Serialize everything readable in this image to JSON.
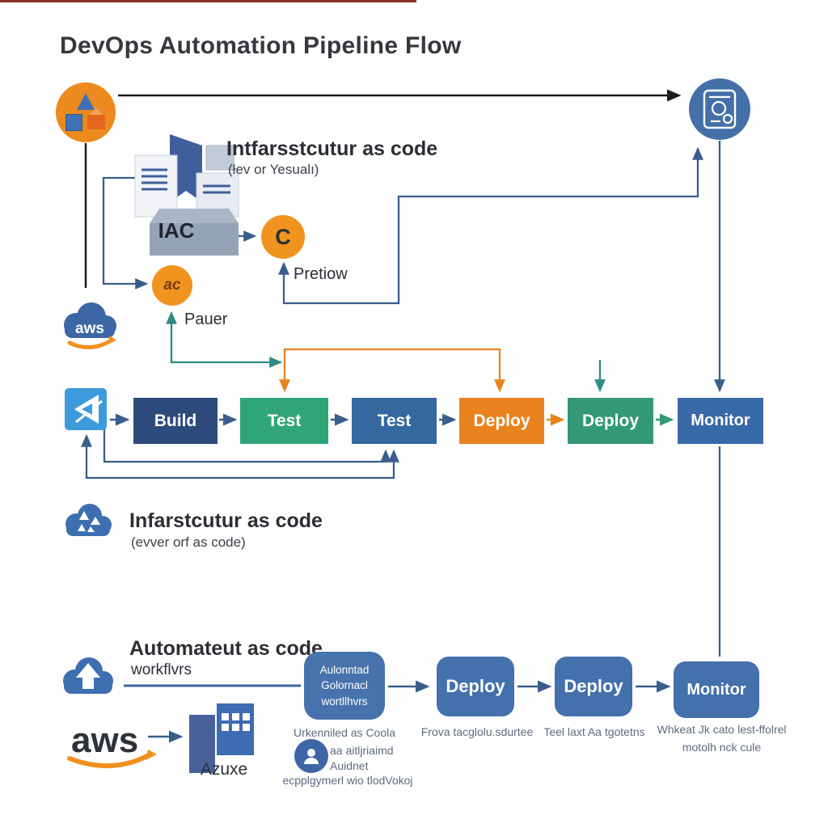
{
  "title": "DevOps Automation Pipeline Flow",
  "top_flow": {
    "heading": "Intfarsstcutur as code",
    "subheading": "(łev or Yesualı)",
    "iac_label": "IAC",
    "ci_circle_label": "C",
    "small_circle_label": "ac",
    "preview_label": "Pretiow",
    "power_label": "Pauer",
    "aws_cloud_label": "aws"
  },
  "pipeline": {
    "stages": [
      {
        "label": "Build",
        "color": "#2D4B7A"
      },
      {
        "label": "Test",
        "color": "#2FA578"
      },
      {
        "label": "Test",
        "color": "#34689E"
      },
      {
        "label": "Deploy",
        "color": "#E8831D"
      },
      {
        "label": "Deploy",
        "color": "#339878"
      },
      {
        "label": "Monitor",
        "color": "#3A69A8"
      }
    ]
  },
  "mid_section": {
    "heading": "Infarstcutur as code",
    "subheading": "(evver orf as code)"
  },
  "bottom_flow": {
    "heading": "Automateut as code",
    "subheading": "workflvrs",
    "source_box_lines": [
      "Aulonntad",
      "Golornacl",
      "wortllhvrs"
    ],
    "source_caption": "Urkenniled as Coola",
    "source_notes": [
      "aa aitljriaimd",
      "Auidnet",
      "ecpplgymerl wio tlodVokoj"
    ],
    "stages": [
      {
        "label": "Deploy",
        "caption": "Frova tacglolu.sdurtee"
      },
      {
        "label": "Deploy",
        "caption": "Teel laxt Aa tgotetns"
      },
      {
        "label": "Monitor",
        "caption": "Whkeat Jk cato lest-ffolrel",
        "caption2": "motolh nck cule"
      }
    ],
    "aws_label": "aws",
    "azure_label": "Azuxe"
  },
  "colors": {
    "orange": "#ED8A1F",
    "navy": "#2D4B7A",
    "green": "#2FA578",
    "steel_blue": "#34689E",
    "teal_green": "#339878",
    "monitor_blue": "#3A69A8",
    "rounded_blue": "#4470AC",
    "light_blue_icon": "#3E9BDB",
    "connector_blue": "#3A5E8C",
    "connector_teal": "#2E8D85",
    "connector_orange": "#E8831D",
    "caption_gray": "#5d6b7f"
  }
}
